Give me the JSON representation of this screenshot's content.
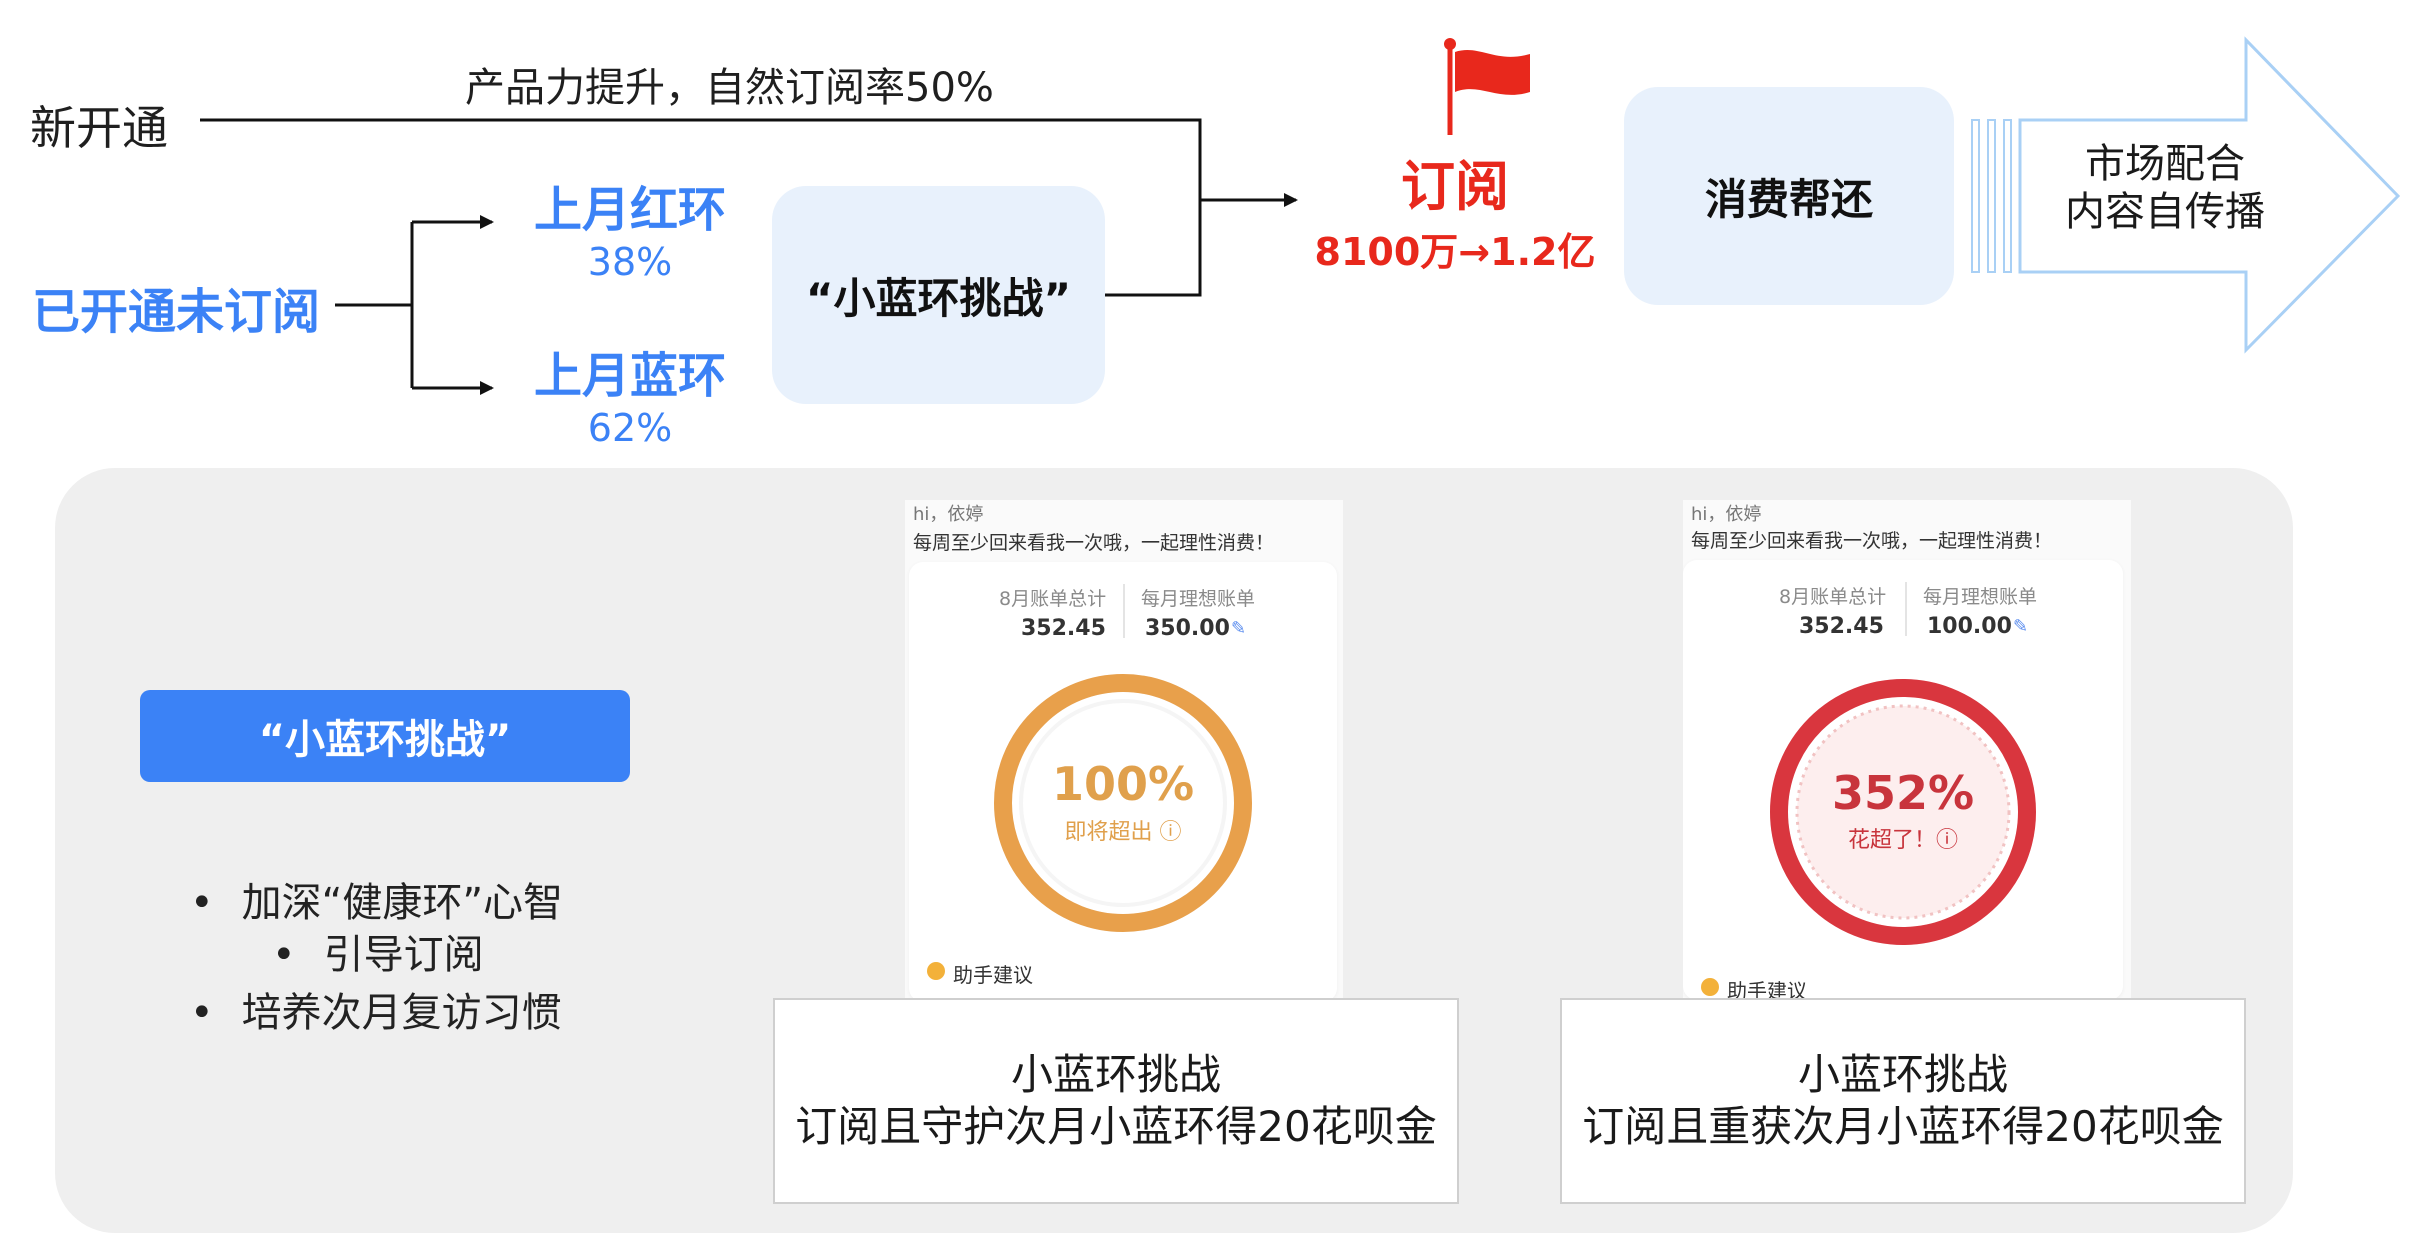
{
  "flow": {
    "new_open": "新开通",
    "natural_note": "产品力提升，自然订阅率50%",
    "opened_not_subscribed": "已开通未订阅",
    "last_month_red_label": "上月红环",
    "last_month_red_pct": "38%",
    "last_month_blue_label": "上月蓝环",
    "last_month_blue_pct": "62%",
    "challenge_box": "“小蓝环挑战”",
    "subscribe_label": "订阅",
    "subscribe_growth": "8100万→1.2亿",
    "consume_box": "消费帮还",
    "market_arrow_line1": "市场配合",
    "market_arrow_line2": "内容自传播"
  },
  "panel": {
    "challenge_button": "“小蓝环挑战”",
    "bullets": [
      "加深“健康环”心智",
      "引导订阅",
      "培养次月复访习惯"
    ]
  },
  "phones": [
    {
      "greeting": "hi，依婷",
      "tagline": "每周至少回来看我一次哦，一起理性消费！",
      "stat1_label": "8月账单总计",
      "stat1_value": "352.45",
      "stat2_label": "每月理想账单",
      "stat2_value": "350.00",
      "ring_pct": "100%",
      "ring_sub": "即将超出 ⓘ",
      "ring_fraction": 1.0,
      "ring_color": "#e8a04b",
      "advice": "助手建议",
      "caption_line1": "小蓝环挑战",
      "caption_line2": "订阅且守护次月小蓝环得20花呗金"
    },
    {
      "greeting": "hi，依婷",
      "tagline": "每周至少回来看我一次哦，一起理性消费！",
      "stat1_label": "8月账单总计",
      "stat1_value": "352.45",
      "stat2_label": "每月理想账单",
      "stat2_value": "100.00",
      "ring_pct": "352%",
      "ring_sub": "花超了！ⓘ",
      "ring_fraction": 3.52,
      "ring_color": "#d9363e",
      "advice": "助手建议",
      "caption_line1": "小蓝环挑战",
      "caption_line2": "订阅且重获次月小蓝环得20花呗金"
    }
  ],
  "colors": {
    "brand_blue": "#3b82f6",
    "subscribe_red": "#e8281c",
    "pill_bg": "#e8f1fc",
    "panel_bg": "#efefef"
  }
}
